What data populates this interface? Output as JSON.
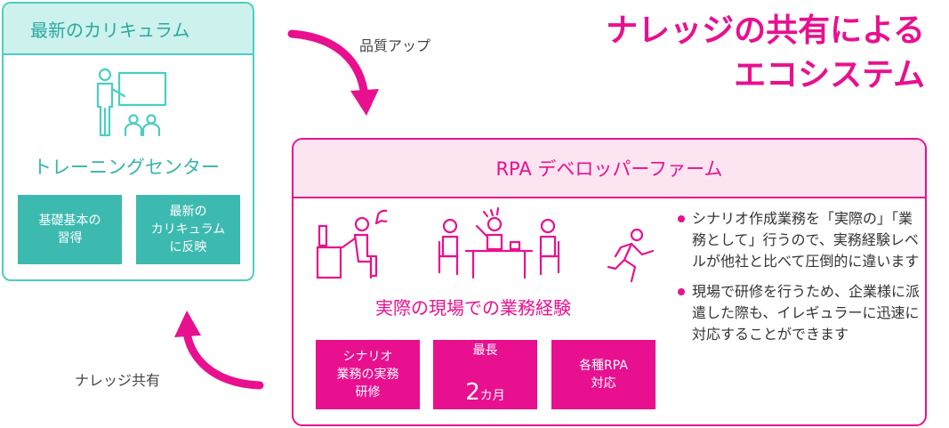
{
  "colors": {
    "teal": "#4ccdc3",
    "teal_dark": "#3dbab0",
    "pink": "#e8108f",
    "pink_light": "#fde4f1"
  },
  "title": {
    "line1": "ナレッジの共有による",
    "line2": "エコシステム"
  },
  "training": {
    "header": "最新のカリキュラム",
    "subtitle": "トレーニングセンター",
    "icon": "teacher-presenting-icon",
    "boxes": [
      "基礎基本の\n習得",
      "最新の\nカリキュラム\nに反映"
    ]
  },
  "arrows": {
    "top_label": "品質アップ",
    "bottom_label": "ナレッジ共有"
  },
  "rpa": {
    "header": "RPA デベロッパーファーム",
    "subtitle": "実際の現場での業務経験",
    "icons": [
      "desk-worker-thinking-icon",
      "team-meeting-icon",
      "running-person-icon"
    ],
    "boxes": [
      {
        "text": "シナリオ\n業務の実務\n研修"
      },
      {
        "top": "最長",
        "big": "2",
        "unit": "カ月"
      },
      {
        "text": "各種RPA\n対応"
      }
    ],
    "bullets": [
      "シナリオ作成業務を「実際の」「業務として」行うので、実務経験レベルが他社と比べて圧倒的に違います",
      "現場で研修を行うため、企業様に派遣した際も、イレギュラーに迅速に対応することができます"
    ]
  }
}
